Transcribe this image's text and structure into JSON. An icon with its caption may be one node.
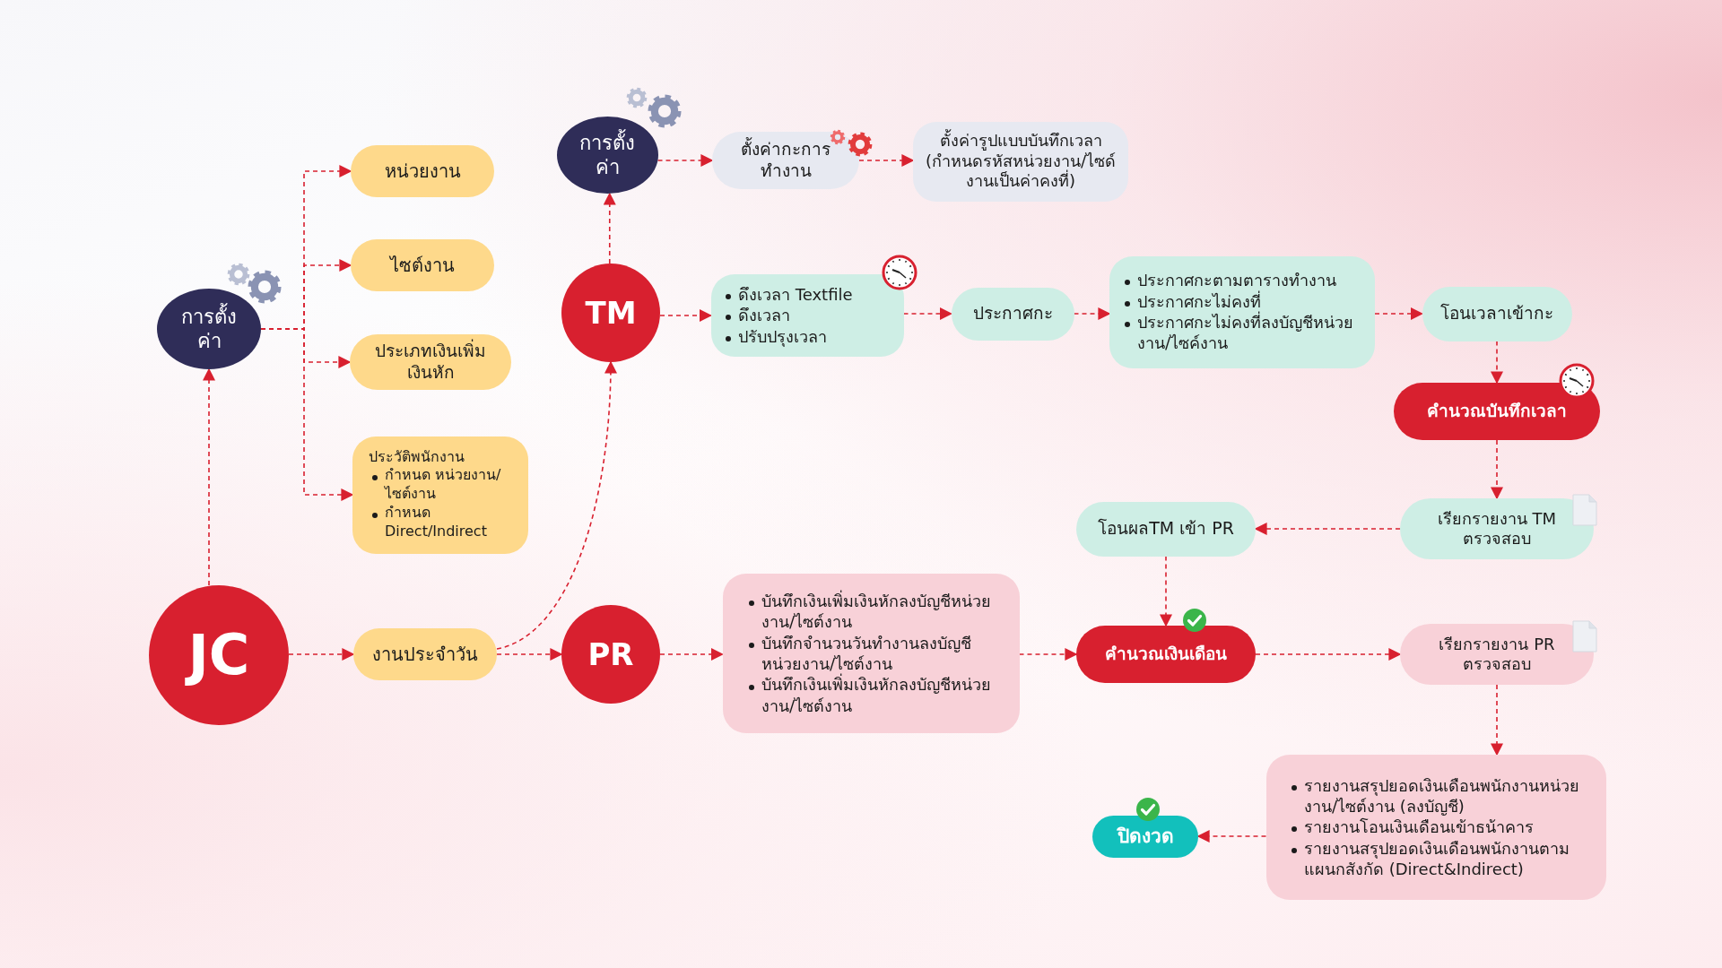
{
  "diagram": {
    "nodes": [
      {
        "text": [
          "การตั้งค่า"
        ]
      },
      {
        "text": [
          "หน่วยงาน"
        ]
      },
      {
        "text": [
          "ไซต์งาน"
        ]
      },
      {
        "text": [
          "ประเภทเงินเพิ่มเงินหัก"
        ]
      },
      {
        "text": [
          "ประวัติพนักงาน",
          "กำหนด หน่วยงาน/ไซต์งาน",
          "กำหนด Direct/Indirect"
        ]
      },
      {
        "text": [
          "JC"
        ]
      },
      {
        "text": [
          "งานประจำวัน"
        ]
      },
      {
        "text": [
          "PR"
        ]
      },
      {
        "text": [
          "TM"
        ]
      },
      {
        "text": [
          "การตั้งค่า"
        ]
      },
      {
        "text": [
          "ตั้งค่ากะการทำงาน"
        ]
      },
      {
        "text": [
          "ตั้งค่ารูปแบบบันทึกเวลา (กำหนดรหัสหน่วยงาน/ไซด์งานเป็นค่าคงที่)"
        ]
      },
      {
        "text": [
          "ดึงเวลา Textfile",
          "ดึงเวลา",
          "ปรับปรุงเวลา"
        ]
      },
      {
        "text": [
          "ประกาศกะ"
        ]
      },
      {
        "text": [
          "ประกาศกะตามตารางทำงาน",
          "ประกาศกะไม่คงที่",
          "ประกาศกะไม่คงที่ลงบัญชีหน่วยงาน/ไซค์งาน"
        ]
      },
      {
        "text": [
          "โอนเวลาเข้ากะ"
        ]
      },
      {
        "text": [
          "คำนวณบันทึกเวลา"
        ]
      },
      {
        "text": [
          "เรียกรายงาน TM ตรวจสอบ"
        ]
      },
      {
        "text": [
          "โอนผลTM เข้า PR"
        ]
      },
      {
        "text": [
          "บันทึกเงินเพิ่มเงินหักลงบัญชีหน่วยงาน/ไซต์งาน",
          "บันทึกจำนวนวันทำงานลงบัญชีหน่วยงาน/ไซต์งาน",
          "บันทึกเงินเพิ่มเงินหักลงบัญชีหน่วยงาน/ไซต์งาน"
        ]
      },
      {
        "text": [
          "คำนวณเงินเดือน"
        ]
      },
      {
        "text": [
          "เรียกรายงาน PR ตรวจสอบ"
        ]
      },
      {
        "text": [
          "รายงานสรุปยอดเงินเดือนพนักงานหน่วยงาน/ไซต์งาน (ลงบัญชี)",
          "รายงานโอนเงินเดือนเข้าธน้าคาร",
          "รายงานสรุปยอดเงินเดือนพนักงานตามแผนกสังกัด (Direct&Indirect)"
        ]
      },
      {
        "text": [
          "ปิดงวด"
        ]
      }
    ],
    "edges": [
      {
        "from": 0,
        "to": 1,
        "arrow": "to"
      },
      {
        "from": 0,
        "to": 2,
        "arrow": "to"
      },
      {
        "from": 0,
        "to": 3,
        "arrow": "to"
      },
      {
        "from": 0,
        "to": 4,
        "arrow": "to"
      },
      {
        "from": 5,
        "to": 0,
        "arrow": "to"
      },
      {
        "from": 5,
        "to": 6,
        "arrow": "to"
      },
      {
        "from": 6,
        "to": 7,
        "arrow": "to"
      },
      {
        "from": 6,
        "to": 8,
        "arrow": "to"
      },
      {
        "from": 8,
        "to": 9,
        "arrow": "to"
      },
      {
        "from": 9,
        "to": 10,
        "arrow": "to"
      },
      {
        "from": 10,
        "to": 11,
        "arrow": "to"
      },
      {
        "from": 8,
        "to": 12,
        "arrow": "to"
      },
      {
        "from": 12,
        "to": 13,
        "arrow": "to"
      },
      {
        "from": 13,
        "to": 14,
        "arrow": "to"
      },
      {
        "from": 14,
        "to": 15,
        "arrow": "to"
      },
      {
        "from": 15,
        "to": 16,
        "arrow": "to"
      },
      {
        "from": 16,
        "to": 17,
        "arrow": "to"
      },
      {
        "from": 17,
        "to": 18,
        "arrow": "to"
      },
      {
        "from": 18,
        "to": 20,
        "arrow": "to"
      },
      {
        "from": 7,
        "to": 19,
        "arrow": "to"
      },
      {
        "from": 19,
        "to": 20,
        "arrow": "to"
      },
      {
        "from": 20,
        "to": 21,
        "arrow": "to"
      },
      {
        "from": 21,
        "to": 22,
        "arrow": "to"
      },
      {
        "from": 22,
        "to": 23,
        "arrow": "to"
      }
    ]
  }
}
